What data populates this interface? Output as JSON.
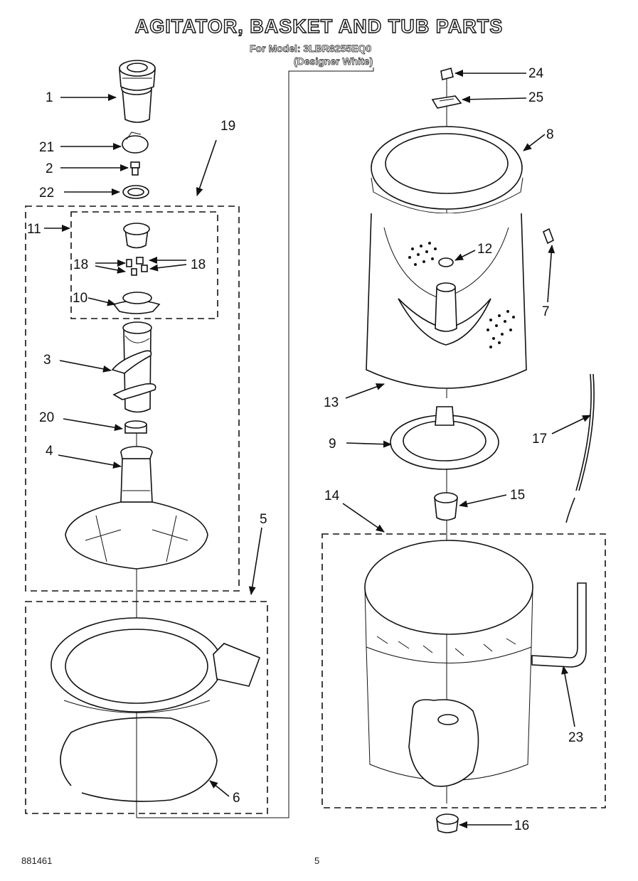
{
  "title": "AGITATOR, BASKET AND TUB PARTS",
  "model_line": "For Model: 3LBR8255EQ0",
  "color_line": "(Designer White)",
  "footer_code": "881461",
  "page_number": "5",
  "callouts": {
    "c1": "1",
    "c2": "2",
    "c3": "3",
    "c4": "4",
    "c5": "5",
    "c6": "6",
    "c7": "7",
    "c8": "8",
    "c9": "9",
    "c10": "10",
    "c11": "11",
    "c12": "12",
    "c13": "13",
    "c14": "14",
    "c15": "15",
    "c16": "16",
    "c17": "17",
    "c18a": "18",
    "c18b": "18",
    "c19": "19",
    "c20": "20",
    "c21": "21",
    "c22": "22",
    "c23": "23",
    "c24": "24",
    "c25": "25"
  }
}
